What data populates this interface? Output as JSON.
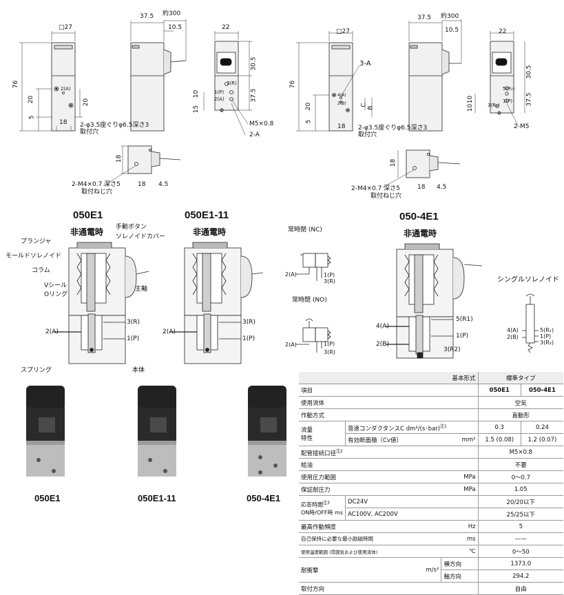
{
  "dims_050E1": {
    "w27": "□27",
    "w37_5": "37.5",
    "about300": "約300",
    "d10_5": "10.5",
    "w22": "22",
    "h76": "76",
    "h20a": "20",
    "h20b": "20",
    "h5": "5",
    "w18": "18",
    "h30_5": "30.5",
    "h37_5": "37.5",
    "h15": "15",
    "h10": "10",
    "port2a": "2(A)",
    "port3r": "3(R)",
    "port1p": "1(P)",
    "port2a_b": "2(A)",
    "m5": "M5×0.8",
    "twoA": "2-A",
    "mount_holes_1": "2-φ3.5座ぐりφ6.5深さ3",
    "mount_holes_2": "取付穴",
    "h18": "18",
    "w18b": "18",
    "w4_5": "4.5",
    "screw_1": "2-M4×0.7  深さ5",
    "screw_2": "取付ねじ穴"
  },
  "dims_0504E1": {
    "w27": "□27",
    "w37_5": "37.5",
    "about300": "約300",
    "d10_5": "10.5",
    "w22": "22",
    "h76": "76",
    "threeA": "3-A",
    "h20": "20",
    "h5": "5",
    "w18": "18",
    "c": "C",
    "b": "B",
    "h30_5": "30.5",
    "h37_5": "37.5",
    "h10a": "10",
    "h10b": "10",
    "p4a": "4(A)",
    "p2b": "2(B)",
    "p5r1": "5(R₁)",
    "p1p": "1(P)",
    "p3r2": "3(R₂)",
    "twoM5": "2-M5",
    "mount_holes_1": "2-φ3.5座ぐりφ6.5深さ3",
    "mount_holes_2": "取付穴",
    "h18": "18",
    "w18b": "18",
    "w4_5": "4.5",
    "screw_1": "2-M4×0.7  深さ5",
    "screw_2": "取付ねじ穴"
  },
  "sections": {
    "e1_title": "050E1",
    "e1_sub": "非通電時",
    "e111_title": "050E1-11",
    "e111_sub": "非通電時",
    "e4_title": "050-4E1",
    "e4_sub": "非通電時",
    "labels": {
      "manual_button": "手動ボタン",
      "plunger": "プランジャ",
      "solenoid_cover": "ソレノイドカバー",
      "mold_solenoid": "モールドソレノイド",
      "column": "コラム",
      "v_seal": "Vシール",
      "o_ring": "Oリング",
      "main_shaft": "主軸",
      "spring": "スプリング",
      "body": "本体"
    },
    "ports_e1": {
      "a": "2(A)",
      "r": "3(R)",
      "p": "1(P)"
    },
    "ports_e111": {
      "a": "2(A)",
      "r": "3(R)",
      "p": "1(P)"
    },
    "ports_e4": {
      "a": "4(A)",
      "b": "2(B)",
      "r1": "5(R1)",
      "p": "1(P)",
      "r2": "3(R2)"
    }
  },
  "symbols": {
    "nc_title": "常時閉 (NC)",
    "no_title": "常時閉 (NO)",
    "nc_a": "2(A)",
    "nc_p": "1(P)",
    "nc_r": "3(R)",
    "no_a": "2(A)",
    "no_p": "1(P)",
    "no_r": "3(R)",
    "single_title": "シングルソレノイド",
    "s_a": "4(A)",
    "s_b": "2(B)",
    "s_r1": "5(R₁)",
    "s_p": "1(P)",
    "s_r2": "3(R₂)"
  },
  "photos": {
    "p1": "050E1",
    "p2": "050E1-11",
    "p3": "050-4E1"
  },
  "spec": {
    "basic_model": "基本形式",
    "std_type": "標準タイプ",
    "item": "項目",
    "m1": "050E1",
    "m2": "050-4E1",
    "fluid": "使用流体",
    "fluid_v": "空気",
    "operation": "作動方式",
    "operation_v": "直動形",
    "flow_1": "流量",
    "flow_2": "特性",
    "sonic": "音速コンダクタンスC dm³/(s･bar)",
    "sonic_note": "注1",
    "sonic_v1": "0.3",
    "sonic_v2": "0.24",
    "effective": "有効断面積〔Cv値〕",
    "effective_unit": "mm²",
    "effective_v1": "1.5 (0.08)",
    "effective_v2": "1.2 (0.07)",
    "port_size": "配管接続口径",
    "port_note": "注2",
    "port_size_v": "M5×0.8",
    "lube": "給油",
    "lube_v": "不要",
    "pressure": "使用圧力範囲",
    "pressure_unit": "MPa",
    "pressure_v": "0〜0.7",
    "proof": "保証耐圧力",
    "proof_unit": "MPa",
    "proof_v": "1.05",
    "response_1": "応答時間",
    "response_note": "注3",
    "response_2": "ON時/OFF時",
    "response_unit": "ms",
    "dc24": "DC24V",
    "dc24_v": "20/20以下",
    "ac": "AC100V, AC200V",
    "ac_v": "25/25以下",
    "max_freq": "最高作動頻度",
    "max_freq_unit": "Hz",
    "max_freq_v": "5",
    "min_time": "自己保持に必要な最小励磁時間",
    "min_time_unit": "ms",
    "min_time_v": "——",
    "temp": "使用温度範囲 (雰囲気および使用流体)",
    "temp_unit": "℃",
    "temp_v": "0〜50",
    "shock": "耐衝撃",
    "shock_unit": "m/s²",
    "shock_h": "横方向",
    "shock_h_v": "1373.0",
    "shock_a": "軸方向",
    "shock_a_v": "294.2",
    "mount": "取付方向",
    "mount_v": "自由"
  }
}
